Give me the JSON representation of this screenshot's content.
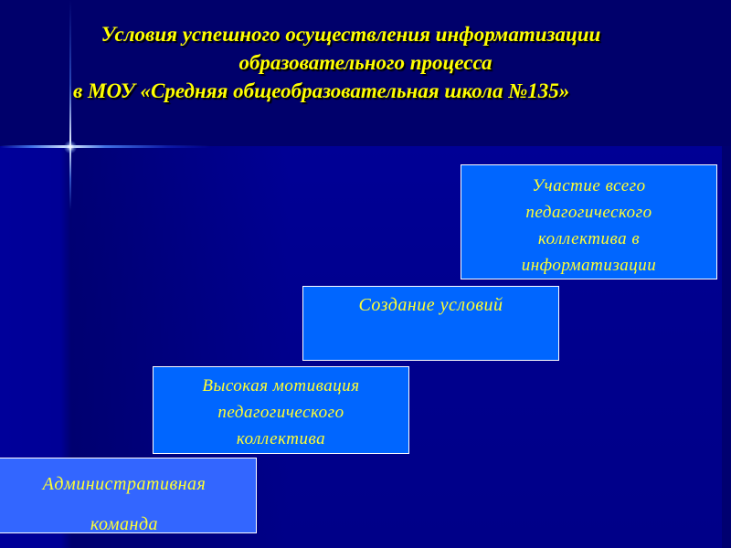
{
  "slide": {
    "title": {
      "line1": "Условия успешного осуществления информатизации",
      "line2": "образовательного процесса",
      "line3": "в МОУ «Средняя общеобразовательная школа №135»"
    },
    "steps": [
      {
        "id": "administrative-team",
        "lines": [
          "Административная",
          "команда"
        ]
      },
      {
        "id": "high-motivation",
        "lines": [
          "Высокая мотивация",
          "педагогического",
          "коллектива"
        ]
      },
      {
        "id": "creating-conditions",
        "lines": [
          "Создание условий"
        ]
      },
      {
        "id": "whole-staff-participation",
        "lines": [
          "Участие всего",
          "педагогического",
          "коллектива в",
          "информатизации"
        ]
      }
    ],
    "colors": {
      "title_text": "#ffff00",
      "box_text": "#ffff33",
      "box_fill": "#0066ff",
      "box_fill_admin": "#3366ff",
      "box_border": "#ffffff",
      "background": "#000084",
      "top_band": "#00006b"
    },
    "decorations": {
      "flare_icon": "lens-flare-star"
    }
  }
}
